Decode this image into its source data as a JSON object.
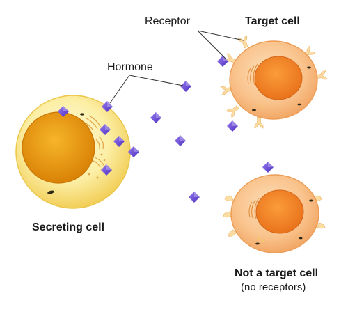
{
  "labels": {
    "receptor": "Receptor",
    "target_cell": "Target cell",
    "hormone": "Hormone",
    "secreting_cell": "Secreting cell",
    "not_target_cell": "Not a target cell",
    "no_receptors": "(no receptors)"
  },
  "colors": {
    "secreting_cell_fill": "#fbe88a",
    "secreting_nucleus": "#e79b12",
    "target_cell_fill": "#f9c48a",
    "target_nucleus": "#f08a2c",
    "receptor": "#fbdca3",
    "hormone": "#6a48d8",
    "leader_line": "#333333"
  },
  "icons": {
    "hormone_molecule": "purple-diamond-icon",
    "receptor": "y-shaped-receptor-icon"
  }
}
